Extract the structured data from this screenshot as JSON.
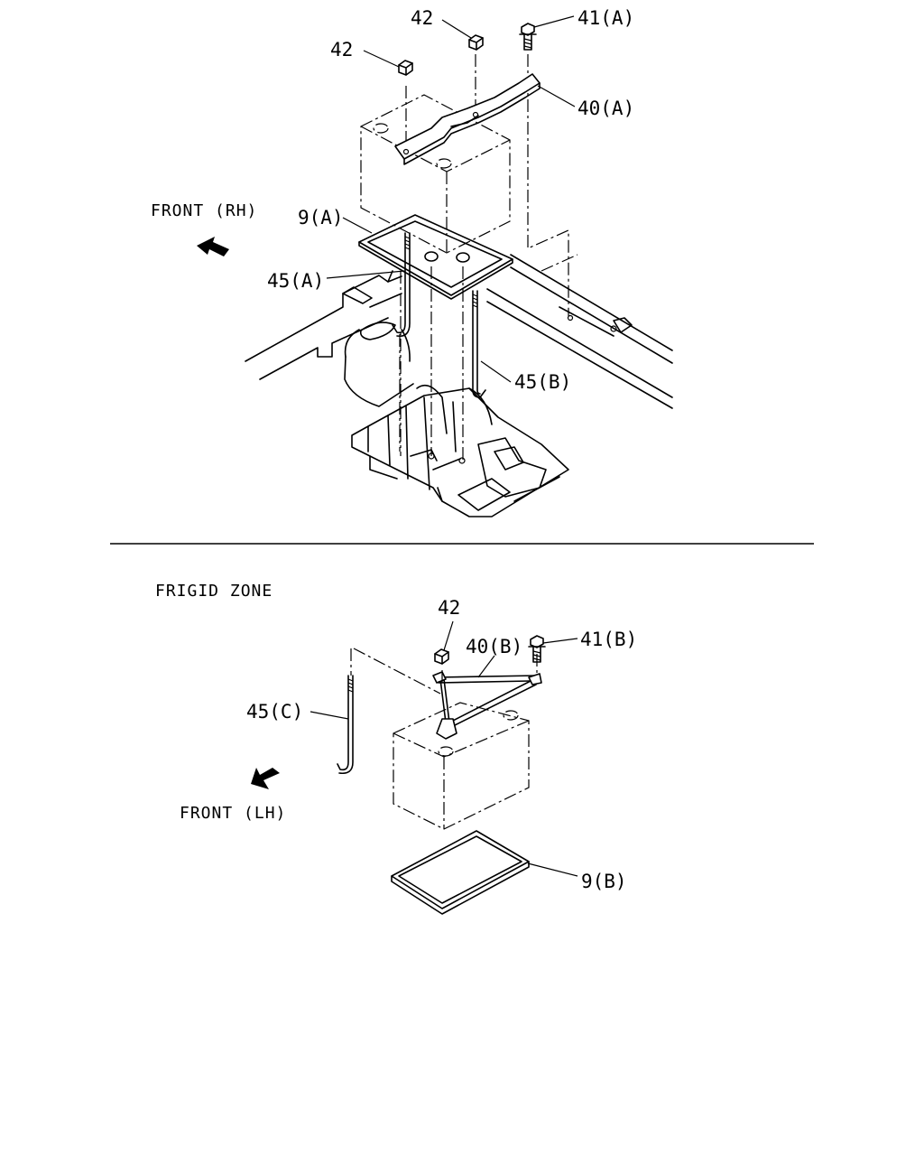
{
  "top_view": {
    "front_label": "FRONT (RH)",
    "callouts": {
      "nut_left": "42",
      "nut_top": "42",
      "bolt": "41(A)",
      "clamp": "40(A)",
      "tray": "9(A)",
      "rod_left": "45(A)",
      "rod_right": "45(B)"
    }
  },
  "bottom_view": {
    "section_label": "FRIGID ZONE",
    "front_label": "FRONT (LH)",
    "callouts": {
      "nut": "42",
      "clamp": "40(B)",
      "bolt": "41(B)",
      "rod": "45(C)",
      "tray": "9(B)"
    }
  }
}
